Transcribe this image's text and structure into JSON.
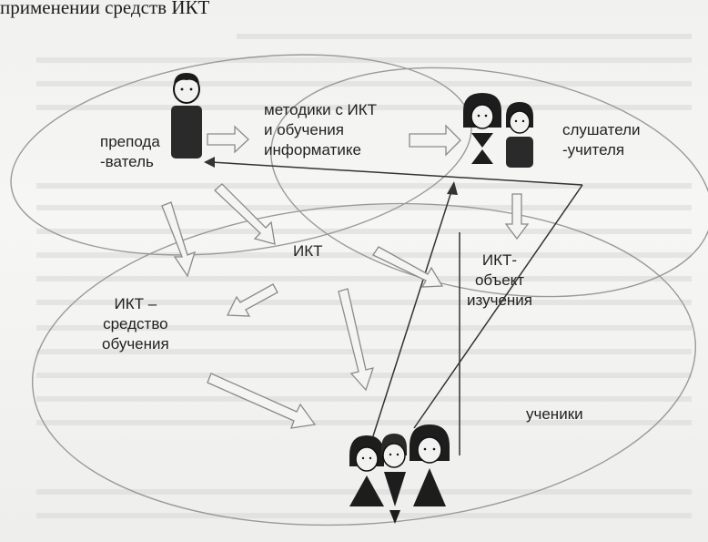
{
  "header": {
    "text": "применении средств ИКТ"
  },
  "labels": {
    "teacher": "препода\n-ватель",
    "methods": "методики с ИКТ\nи обучения\nинформатике",
    "teachers_students": "слушатели\n-учителя",
    "ict": "ИКТ",
    "ict_tool": "ИКТ –\nсредство\nобучения",
    "ict_object": "ИКТ-\nобъект\nизучения",
    "pupils": "ученики"
  },
  "colors": {
    "ink": "#222222",
    "outline": "#8a8a8a",
    "arrow_fill": "#f4f4f2"
  }
}
